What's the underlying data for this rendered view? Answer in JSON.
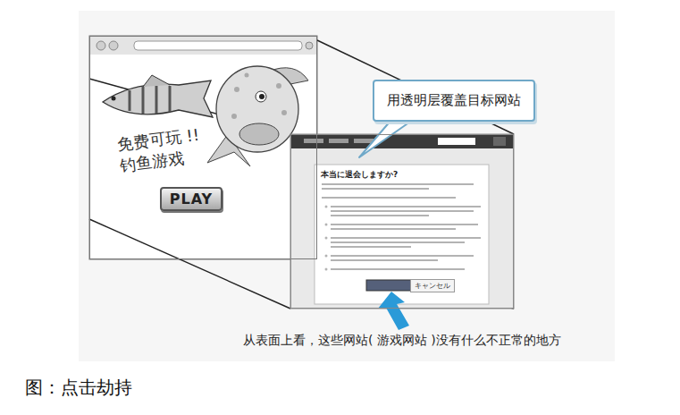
{
  "diagram": {
    "caption": "图：点击劫持",
    "nodes": [
      {
        "text": [
          "免费可玩 !! 钓鱼游戏"
        ]
      },
      {
        "text": [
          "PLAY"
        ],
        "in": 0
      },
      {
        "text": [
          "本当に退会しますか?"
        ]
      },
      {
        "text": [
          "キャンセル"
        ],
        "in": 2
      },
      {
        "text": [
          "用透明层覆盖目标网站"
        ]
      }
    ],
    "labels": [
      "从表面上看，这些网站( 游戏网站 )没有什么不正常的地方"
    ]
  }
}
